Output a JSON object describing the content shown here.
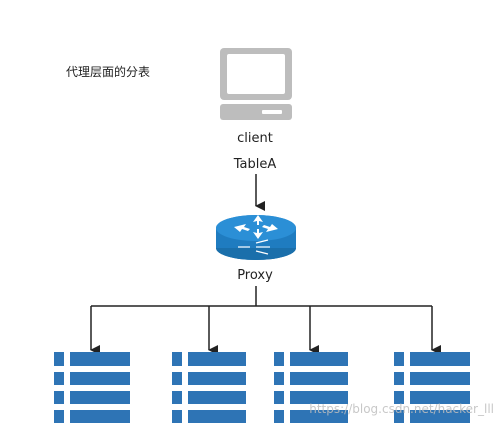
{
  "diagram": {
    "title": "代理层面的分表",
    "client_label": "client",
    "edge_label": "TableA",
    "proxy_label": "Proxy",
    "shard_count": 4
  },
  "watermark": "https://blog.csdn.net/hacker_lll",
  "icons": {
    "client": "desktop-computer-icon",
    "proxy": "router-icon",
    "shard": "database-table-icon"
  },
  "colors": {
    "table_blue": "#2e74b5",
    "router_blue": "#1f80c4",
    "monitor_gray": "#b8b8b8",
    "line": "#222222"
  }
}
